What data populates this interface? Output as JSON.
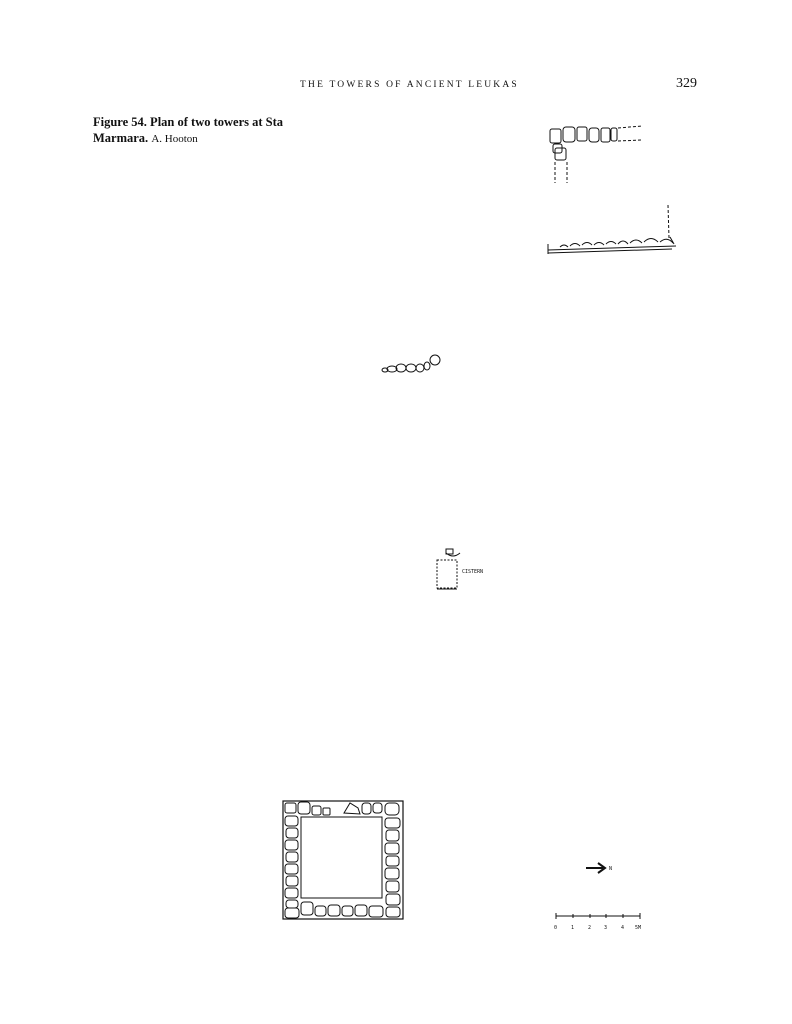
{
  "header": {
    "running_head": "THE TOWERS OF ANCIENT LEUKAS",
    "page_number": "329"
  },
  "caption": {
    "figure_label": "Figure 54. Plan of two towers at Sta Marmara.",
    "credit": "A. Hooton"
  },
  "plan": {
    "cistern_label": "CISTERN",
    "north_label": "N",
    "scale_labels": [
      "0",
      "1",
      "2",
      "3",
      "4",
      "5M"
    ]
  }
}
